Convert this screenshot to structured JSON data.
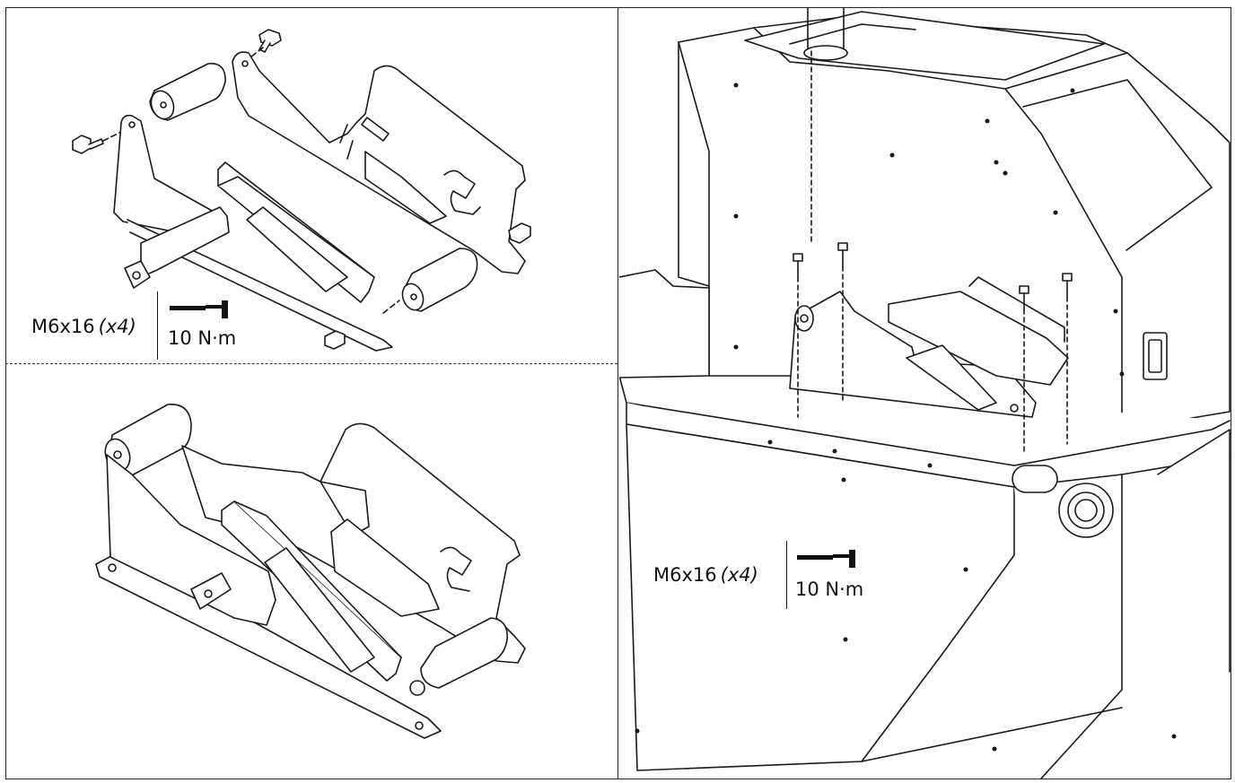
{
  "callouts": {
    "top_left": {
      "fastener": "M6x16",
      "quantity": "(x4)",
      "torque": "10 N·m",
      "icon": "torque-wrench-icon"
    },
    "right": {
      "fastener": "M6x16",
      "quantity": "(x4)",
      "torque": "10 N·m",
      "icon": "torque-wrench-icon"
    }
  },
  "colors": {
    "line": "#1a1a1a",
    "fill": "#ffffff",
    "border": "#222222"
  }
}
